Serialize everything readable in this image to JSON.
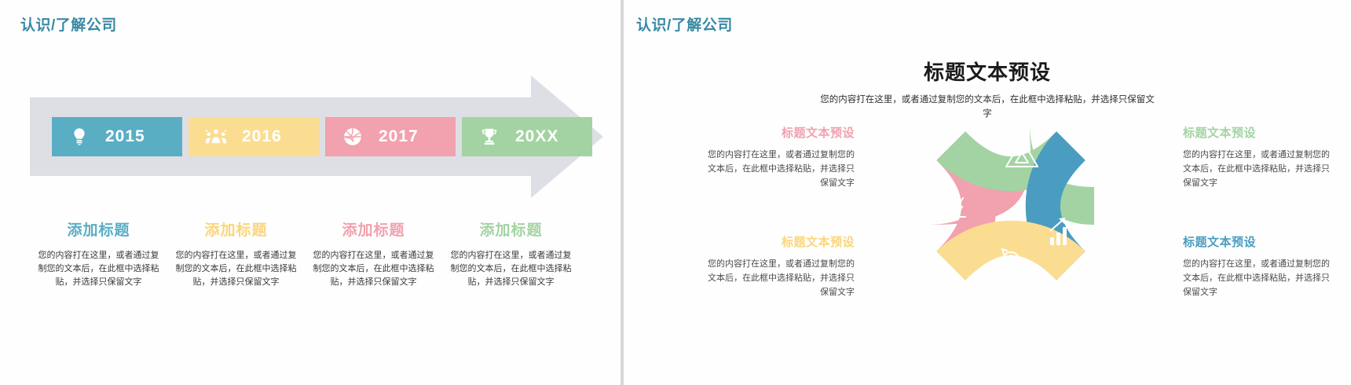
{
  "colors": {
    "title": "#3889a5",
    "teal": "#5aaec4",
    "yellow": "#fbdd92",
    "pink": "#f2a1ae",
    "green": "#a3d3a3",
    "arrow": "#dddfe4",
    "blue_deep": "#4a9dc0"
  },
  "left_slide": {
    "title": "认识/了解公司",
    "steps": [
      {
        "year": "2015",
        "icon": "lightbulb-icon",
        "color": "#5aaec4"
      },
      {
        "year": "2016",
        "icon": "people-group-icon",
        "color": "#fbdd92"
      },
      {
        "year": "2017",
        "icon": "basketball-icon",
        "color": "#f2a1ae"
      },
      {
        "year": "20XX",
        "icon": "trophy-icon",
        "color": "#a3d3a3"
      }
    ],
    "captions": [
      {
        "title": "添加标题",
        "color": "#5aaec4",
        "body": "您的内容打在这里，或者通过复制您的文本后，在此框中选择粘贴，并选择只保留文字"
      },
      {
        "title": "添加标题",
        "color": "#fbd57a",
        "body": "您的内容打在这里，或者通过复制您的文本后，在此框中选择粘贴，并选择只保留文字"
      },
      {
        "title": "添加标题",
        "color": "#f2a1ae",
        "body": "您的内容打在这里，或者通过复制您的文本后，在此框中选择粘贴，并选择只保留文字"
      },
      {
        "title": "添加标题",
        "color": "#a3d3a3",
        "body": "您的内容打在这里，或者通过复制您的文本后，在此框中选择粘贴，并选择只保留文字"
      }
    ]
  },
  "right_slide": {
    "title": "认识/了解公司",
    "hero_title": "标题文本预设",
    "hero_sub": "您的内容打在这里，或者通过复制您的文本后，在此框中选择粘贴，并选择只保留文字",
    "petals": [
      {
        "position": "top-left",
        "color": "#f2a1ae",
        "icon": "line-chart-icon"
      },
      {
        "position": "top-right",
        "color": "#a3d3a3",
        "icon": "triangle-recycle-icon"
      },
      {
        "position": "bottom-right",
        "color": "#4a9dc0",
        "icon": "clock-history-icon"
      },
      {
        "position": "bottom-left",
        "color": "#fbdd92",
        "icon": "bar-chart-arrow-icon"
      }
    ],
    "quadrants": [
      {
        "title": "标题文本预设",
        "color": "#f2a1ae",
        "body": "您的内容打在这里，或者通过复制您的文本后，在此框中选择粘贴，并选择只保留文字"
      },
      {
        "title": "标题文本预设",
        "color": "#a3d3a3",
        "body": "您的内容打在这里，或者通过复制您的文本后，在此框中选择粘贴，并选择只保留文字"
      },
      {
        "title": "标题文本预设",
        "color": "#fbd57a",
        "body": "您的内容打在这里，或者通过复制您的文本后，在此框中选择粘贴，并选择只保留文字"
      },
      {
        "title": "标题文本预设",
        "color": "#4a9dc0",
        "body": "您的内容打在这里，或者通过复制您的文本后，在此框中选择粘贴，并选择只保留文字"
      }
    ]
  }
}
